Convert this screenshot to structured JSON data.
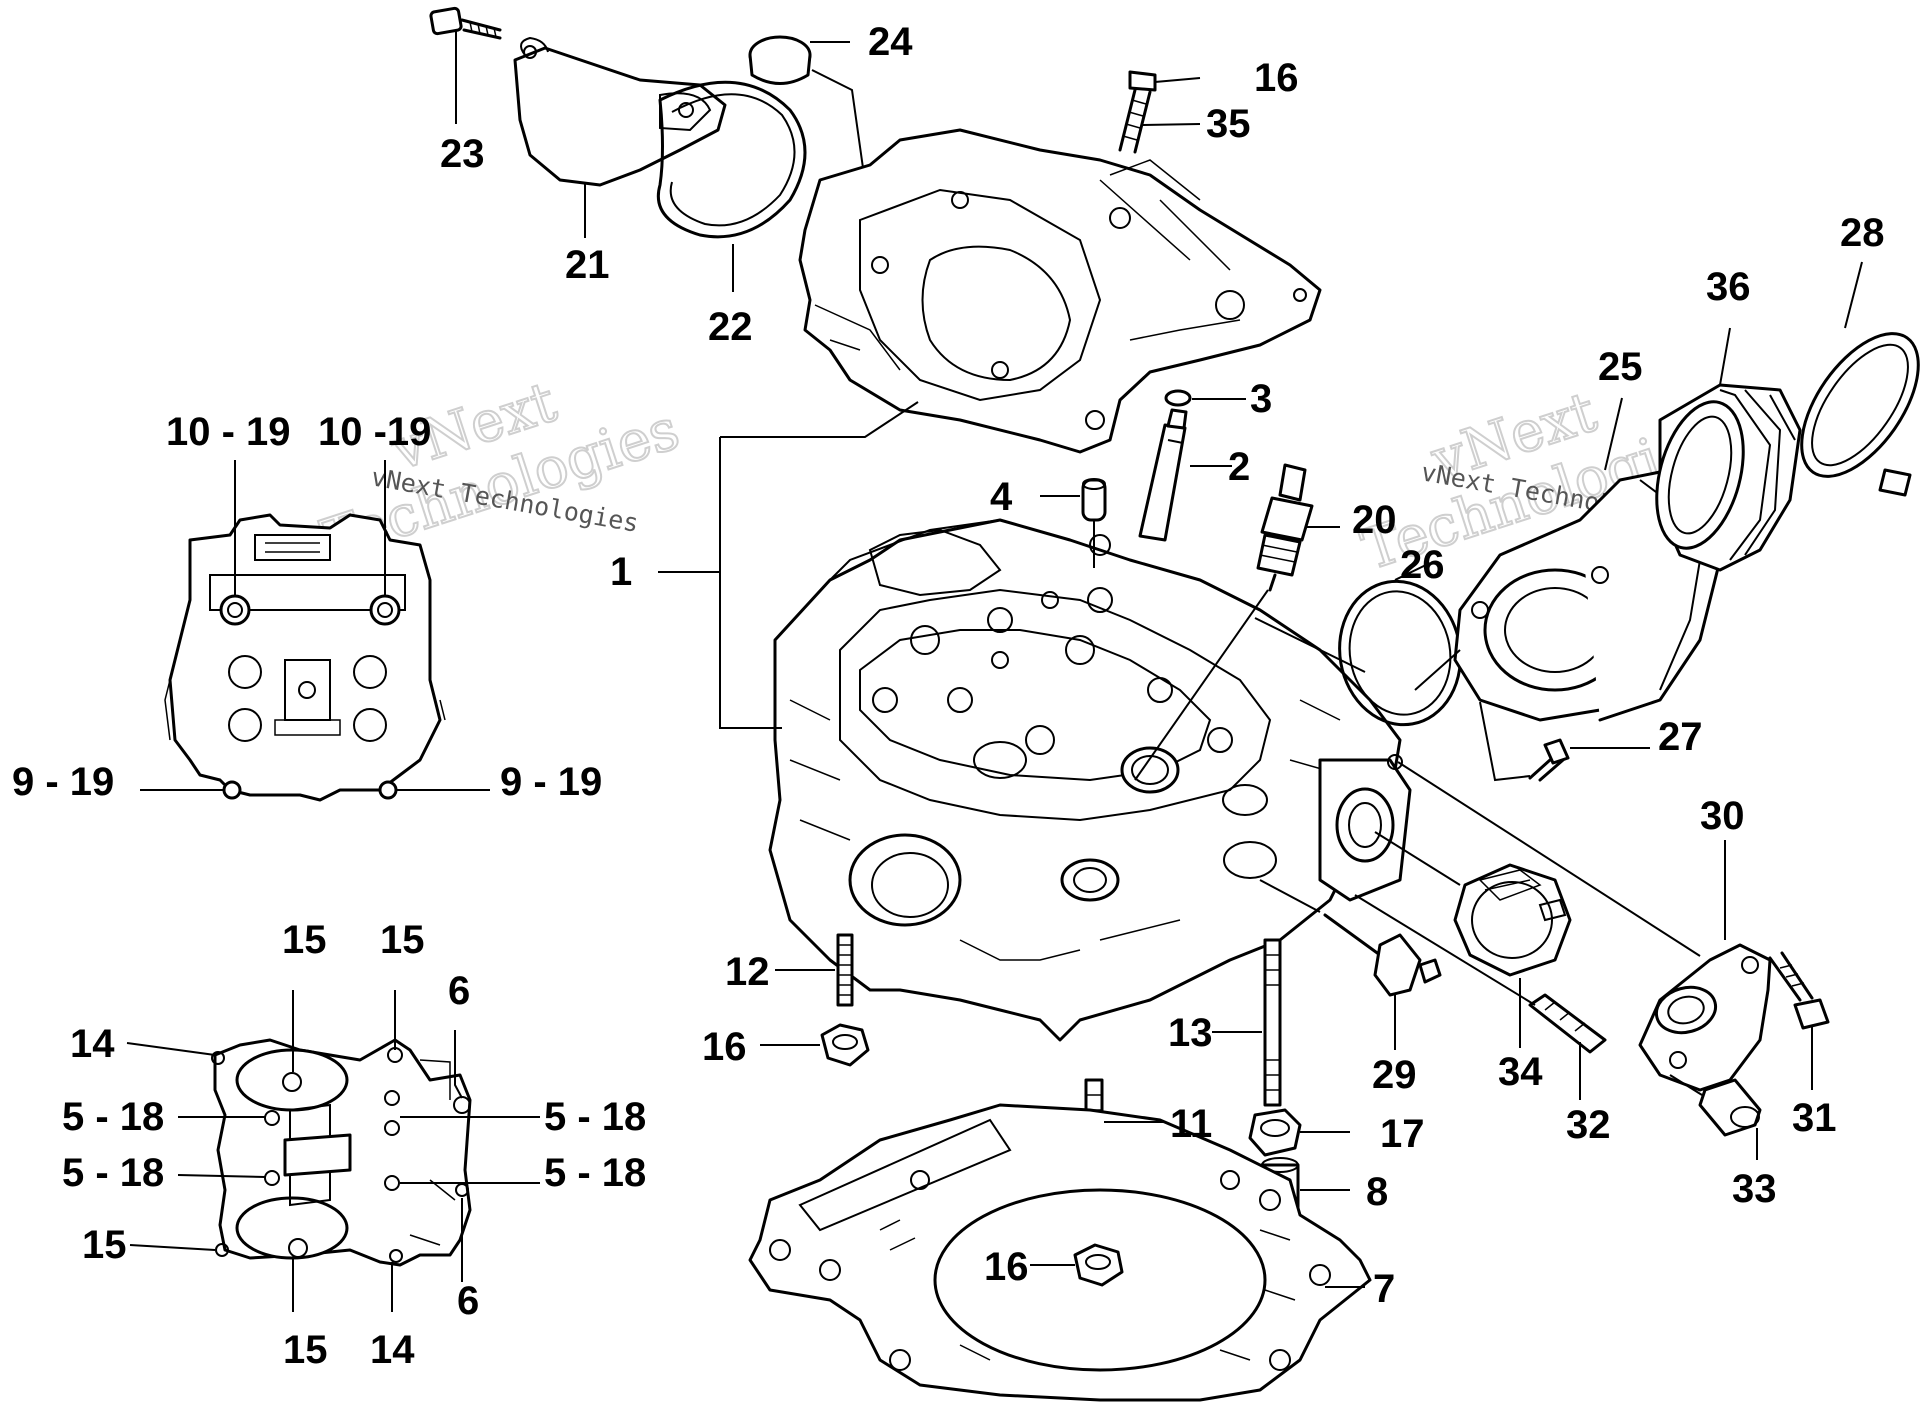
{
  "watermark": {
    "brand": "vNext",
    "sub": "Technologies",
    "full": "vNext Technologies"
  },
  "callouts": [
    {
      "id": "c1",
      "label": "1"
    },
    {
      "id": "c2",
      "label": "2"
    },
    {
      "id": "c3",
      "label": "3"
    },
    {
      "id": "c4",
      "label": "4"
    },
    {
      "id": "c5a",
      "label": "5 - 18"
    },
    {
      "id": "c5b",
      "label": "5 - 18"
    },
    {
      "id": "c5c",
      "label": "5 - 18"
    },
    {
      "id": "c5d",
      "label": "5 - 18"
    },
    {
      "id": "c6a",
      "label": "6"
    },
    {
      "id": "c6b",
      "label": "6"
    },
    {
      "id": "c7",
      "label": "7"
    },
    {
      "id": "c8",
      "label": "8"
    },
    {
      "id": "c9a",
      "label": "9 - 19"
    },
    {
      "id": "c9b",
      "label": "9 - 19"
    },
    {
      "id": "c10a",
      "label": "10 - 19"
    },
    {
      "id": "c10b",
      "label": "10 -19"
    },
    {
      "id": "c11",
      "label": "11"
    },
    {
      "id": "c12",
      "label": "12"
    },
    {
      "id": "c13",
      "label": "13"
    },
    {
      "id": "c14a",
      "label": "14"
    },
    {
      "id": "c14b",
      "label": "14"
    },
    {
      "id": "c15a",
      "label": "15"
    },
    {
      "id": "c15b",
      "label": "15"
    },
    {
      "id": "c15c",
      "label": "15"
    },
    {
      "id": "c15d",
      "label": "15"
    },
    {
      "id": "c16a",
      "label": "16"
    },
    {
      "id": "c16b",
      "label": "16"
    },
    {
      "id": "c16c",
      "label": "16"
    },
    {
      "id": "c17",
      "label": "17"
    },
    {
      "id": "c20",
      "label": "20"
    },
    {
      "id": "c21",
      "label": "21"
    },
    {
      "id": "c22",
      "label": "22"
    },
    {
      "id": "c23",
      "label": "23"
    },
    {
      "id": "c24",
      "label": "24"
    },
    {
      "id": "c25",
      "label": "25"
    },
    {
      "id": "c26",
      "label": "26"
    },
    {
      "id": "c27",
      "label": "27"
    },
    {
      "id": "c28",
      "label": "28"
    },
    {
      "id": "c29",
      "label": "29"
    },
    {
      "id": "c30",
      "label": "30"
    },
    {
      "id": "c31",
      "label": "31"
    },
    {
      "id": "c32",
      "label": "32"
    },
    {
      "id": "c33",
      "label": "33"
    },
    {
      "id": "c34",
      "label": "34"
    },
    {
      "id": "c35",
      "label": "35"
    },
    {
      "id": "c36",
      "label": "36"
    }
  ]
}
